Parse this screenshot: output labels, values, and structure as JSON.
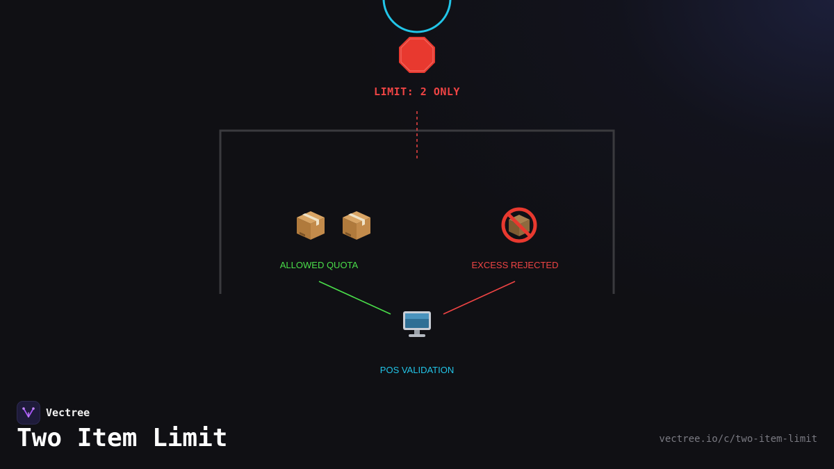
{
  "diagram": {
    "limit_label": "LIMIT: 2 ONLY",
    "allowed_label": "ALLOWED QUOTA",
    "rejected_label": "EXCESS REJECTED",
    "pos_label": "POS VALIDATION",
    "icons": {
      "top_node": "circle-node",
      "limit": "stop-sign-icon",
      "allowed": [
        "package-icon",
        "package-icon"
      ],
      "rejected": "prohibited-package-icon",
      "pos": "desktop-computer-icon"
    },
    "colors": {
      "accent_cyan": "#22c5e8",
      "allowed_green": "#4ade4a",
      "rejected_red": "#ef4444",
      "frame_gray": "#3a3a3e",
      "background": "#101014"
    }
  },
  "footer": {
    "brand_name": "Vectree",
    "title": "Two Item Limit",
    "url": "vectree.io/c/two-item-limit"
  }
}
